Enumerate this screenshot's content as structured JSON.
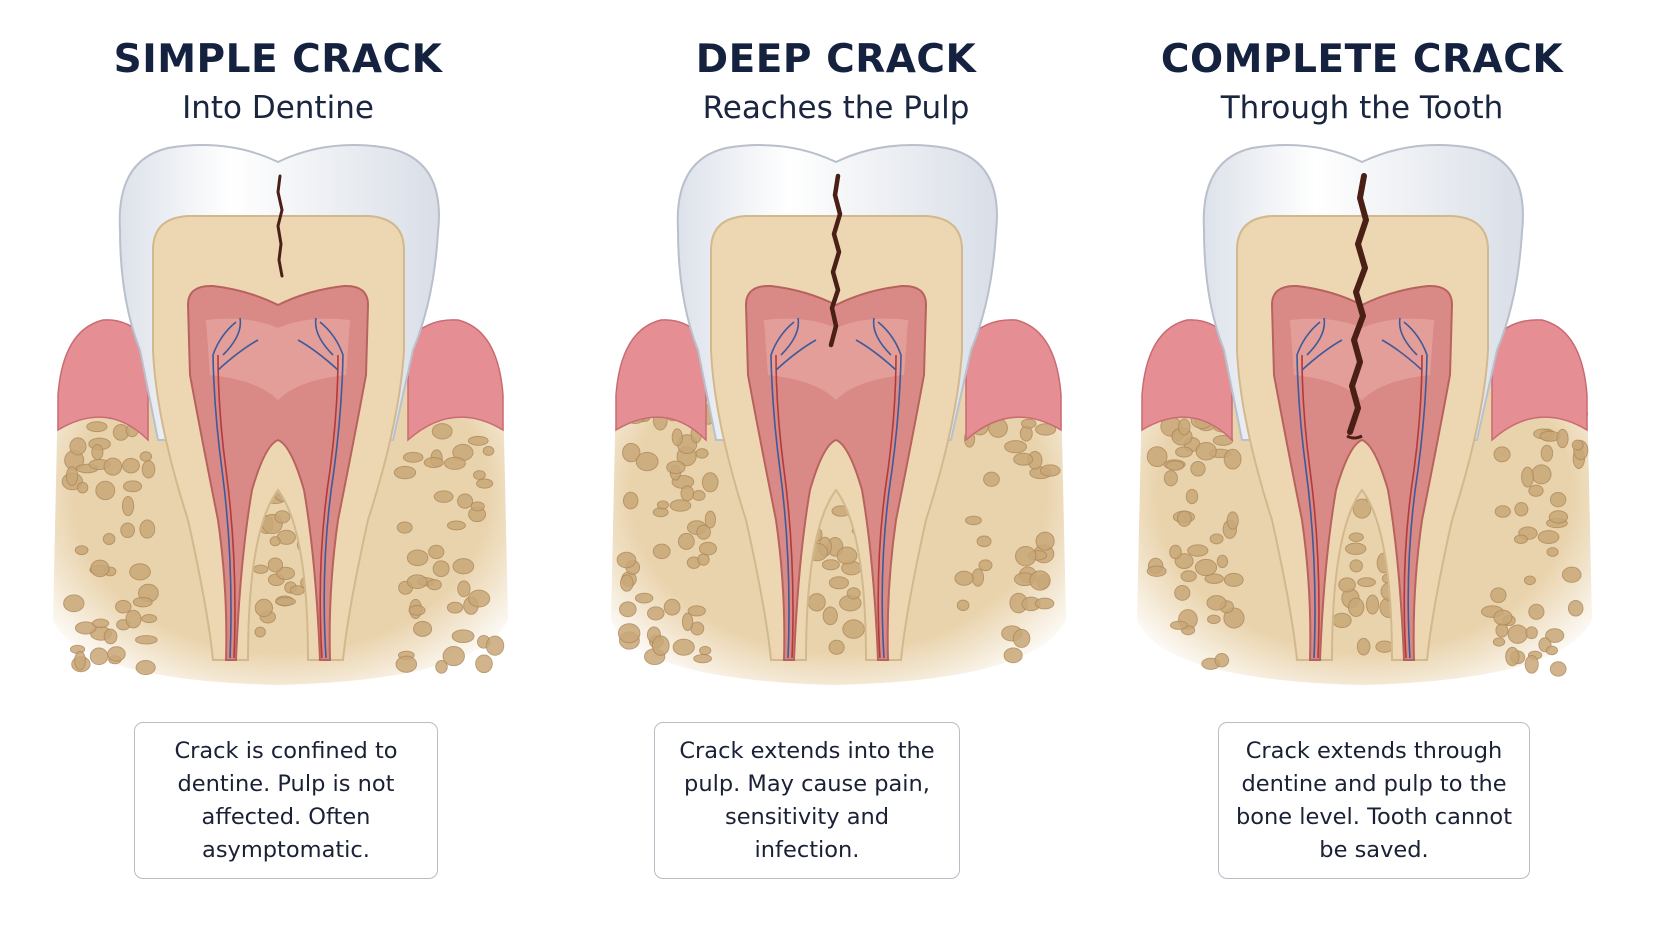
{
  "panels": [
    {
      "title": "SIMPLE CRACK",
      "subtitle": "Into Dentine",
      "caption": "Crack is confined to dentine. Pulp is not affected. Often asymptomatic.",
      "crack_extent": "dentine"
    },
    {
      "title": "DEEP CRACK",
      "subtitle": "Reaches the Pulp",
      "caption": "Crack extends into the pulp. May cause pain, sensitivity and infection.",
      "crack_extent": "pulp"
    },
    {
      "title": "COMPLETE CRACK",
      "subtitle": "Through the Tooth",
      "caption": "Crack extends through dentine and pulp to the bone level. Tooth cannot be saved.",
      "crack_extent": "bone"
    }
  ],
  "colors": {
    "title": "#14213f",
    "enamel": "#f7f8fa",
    "dentine": "#edd7b2",
    "pulp": "#d98a86",
    "gum": "#e58f94",
    "bone": "#e9d3ac",
    "crack": "#4a1f16",
    "nerve": "#3d5a99"
  }
}
